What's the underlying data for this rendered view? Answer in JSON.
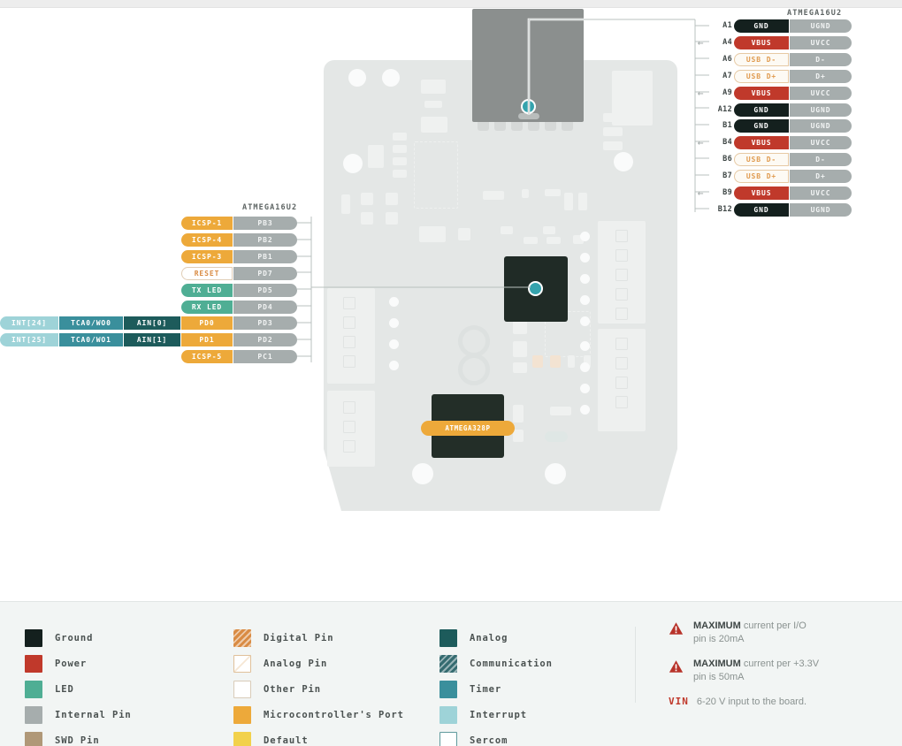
{
  "board": {
    "mcu_main_label": "ATMEGA328P",
    "mcu_usb_caption_left": "ATMEGA16U2",
    "mcu_usb_caption_right": "ATMEGA16U2"
  },
  "left_table": {
    "caption": "ATMEGA16U2",
    "rows": [
      {
        "cells": [
          {
            "text": "ICSP-1",
            "style": "c-port",
            "w": 58
          },
          {
            "text": "PB3",
            "style": "c-internal",
            "w": 72
          }
        ]
      },
      {
        "cells": [
          {
            "text": "ICSP-4",
            "style": "c-port",
            "w": 58
          },
          {
            "text": "PB2",
            "style": "c-internal",
            "w": 72
          }
        ]
      },
      {
        "cells": [
          {
            "text": "ICSP-3",
            "style": "c-port",
            "w": 58
          },
          {
            "text": "PB1",
            "style": "c-internal",
            "w": 72
          }
        ]
      },
      {
        "cells": [
          {
            "text": "RESET",
            "style": "c-otherpin",
            "w": 58
          },
          {
            "text": "PD7",
            "style": "c-internal",
            "w": 72
          }
        ]
      },
      {
        "cells": [
          {
            "text": "TX LED",
            "style": "c-led",
            "w": 58
          },
          {
            "text": "PD5",
            "style": "c-internal",
            "w": 72
          }
        ]
      },
      {
        "cells": [
          {
            "text": "RX LED",
            "style": "c-led",
            "w": 58
          },
          {
            "text": "PD4",
            "style": "c-internal",
            "w": 72
          }
        ]
      },
      {
        "cells": [
          {
            "text": "INT[24]",
            "style": "c-interrupt",
            "w": 66
          },
          {
            "text": "TCA0/WO0",
            "style": "c-timer",
            "w": 72
          },
          {
            "text": "AIN[0]",
            "style": "c-analog",
            "w": 64
          },
          {
            "text": "PD0",
            "style": "c-port",
            "w": 58
          },
          {
            "text": "PD3",
            "style": "c-internal",
            "w": 72
          }
        ]
      },
      {
        "cells": [
          {
            "text": "INT[25]",
            "style": "c-interrupt",
            "w": 66
          },
          {
            "text": "TCA0/WO1",
            "style": "c-timer",
            "w": 72
          },
          {
            "text": "AIN[1]",
            "style": "c-analog",
            "w": 64
          },
          {
            "text": "PD1",
            "style": "c-port",
            "w": 58
          },
          {
            "text": "PD2",
            "style": "c-internal",
            "w": 72
          }
        ]
      },
      {
        "cells": [
          {
            "text": "ICSP-5",
            "style": "c-port",
            "w": 58
          },
          {
            "text": "PC1",
            "style": "c-internal",
            "w": 72
          }
        ]
      }
    ]
  },
  "right_table": {
    "caption": "ATMEGA16U2",
    "rows": [
      {
        "index": "A1",
        "arrow": false,
        "pin": {
          "text": "GND",
          "style": "c-gnd"
        },
        "port": {
          "text": "UGND",
          "style": "c-internal"
        }
      },
      {
        "index": "A4",
        "arrow": true,
        "pin": {
          "text": "VBUS",
          "style": "c-power"
        },
        "port": {
          "text": "UVCC",
          "style": "c-internal"
        }
      },
      {
        "index": "A6",
        "arrow": false,
        "pin": {
          "text": "USB D-",
          "style": "c-analogpin"
        },
        "port": {
          "text": "D-",
          "style": "c-internal"
        }
      },
      {
        "index": "A7",
        "arrow": false,
        "pin": {
          "text": "USB D+",
          "style": "c-analogpin"
        },
        "port": {
          "text": "D+",
          "style": "c-internal"
        }
      },
      {
        "index": "A9",
        "arrow": true,
        "pin": {
          "text": "VBUS",
          "style": "c-power"
        },
        "port": {
          "text": "UVCC",
          "style": "c-internal"
        }
      },
      {
        "index": "A12",
        "arrow": false,
        "pin": {
          "text": "GND",
          "style": "c-gnd"
        },
        "port": {
          "text": "UGND",
          "style": "c-internal"
        }
      },
      {
        "index": "B1",
        "arrow": false,
        "pin": {
          "text": "GND",
          "style": "c-gnd"
        },
        "port": {
          "text": "UGND",
          "style": "c-internal"
        }
      },
      {
        "index": "B4",
        "arrow": true,
        "pin": {
          "text": "VBUS",
          "style": "c-power"
        },
        "port": {
          "text": "UVCC",
          "style": "c-internal"
        }
      },
      {
        "index": "B6",
        "arrow": false,
        "pin": {
          "text": "USB D-",
          "style": "c-analogpin"
        },
        "port": {
          "text": "D-",
          "style": "c-internal"
        }
      },
      {
        "index": "B7",
        "arrow": false,
        "pin": {
          "text": "USB D+",
          "style": "c-analogpin"
        },
        "port": {
          "text": "D+",
          "style": "c-internal"
        }
      },
      {
        "index": "B9",
        "arrow": true,
        "pin": {
          "text": "VBUS",
          "style": "c-power"
        },
        "port": {
          "text": "UVCC",
          "style": "c-internal"
        }
      },
      {
        "index": "B12",
        "arrow": false,
        "pin": {
          "text": "GND",
          "style": "c-gnd"
        },
        "port": {
          "text": "UGND",
          "style": "c-internal"
        }
      }
    ]
  },
  "legend": {
    "columns": [
      {
        "items": [
          {
            "label": "Ground",
            "swatch": "ground",
            "color": "#14201e"
          },
          {
            "label": "Power",
            "swatch": "power",
            "color": "#c0392b"
          },
          {
            "label": "LED",
            "swatch": "led",
            "color": "#4fae94"
          },
          {
            "label": "Internal Pin",
            "swatch": "internal",
            "color": "#a6adad"
          },
          {
            "label": "SWD Pin",
            "swatch": "swd",
            "color": "#b09878"
          }
        ]
      },
      {
        "items": [
          {
            "label": "Digital Pin",
            "swatch": "hatch-orange",
            "color": "#d98b43"
          },
          {
            "label": "Analog Pin",
            "swatch": "analogpin",
            "color": "#ffffff"
          },
          {
            "label": "Other Pin",
            "swatch": "otherpin",
            "color": "#ffffff"
          },
          {
            "label": "Microcontroller's Port",
            "swatch": "port",
            "color": "#eda93a"
          },
          {
            "label": "Default",
            "swatch": "default",
            "color": "#f2d14b"
          }
        ]
      },
      {
        "items": [
          {
            "label": "Analog",
            "swatch": "analog",
            "color": "#1d5b5b"
          },
          {
            "label": "Communication",
            "swatch": "hatch-teal",
            "color": "#356b70"
          },
          {
            "label": "Timer",
            "swatch": "timer",
            "color": "#3a8f9c"
          },
          {
            "label": "Interrupt",
            "swatch": "interrupt",
            "color": "#9ed3d8"
          },
          {
            "label": "Sercom",
            "swatch": "sercom",
            "color": "#ffffff"
          }
        ]
      }
    ],
    "notes": [
      {
        "strong": "MAXIMUM",
        "rest": " current per I/O",
        "second": "pin is 20mA",
        "icon": "warning-triangle-icon"
      },
      {
        "strong": "MAXIMUM",
        "rest": " current per +3.3V",
        "second": "pin is 50mA",
        "icon": "warning-triangle-icon"
      }
    ],
    "vin": {
      "tag": "VIN",
      "text": "6-20 V input to the board."
    }
  }
}
